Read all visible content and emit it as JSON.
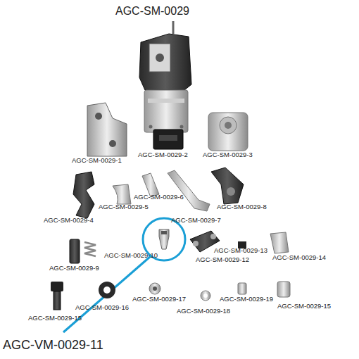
{
  "diagram": {
    "title": "AGC-SM-0029",
    "labels": [
      "AGC-SM-0029-1",
      "AGC-SM-0029-2",
      "AGC-SM-0029-3",
      "AGC-SM-0029-4",
      "AGC-SM-0029-5",
      "AGC-SM-0029-6",
      "AGC-SM-0029-8",
      "AGC-SM-0029-7",
      "AGC-SM-0029-13",
      "AGC-SM-0029-12",
      "AGC-SM-0029-14",
      "AGC-SM-0029-10",
      "AGC-SM-0029-9",
      "AGC-SM-0029-17",
      "AGC-SM-0029-19",
      "AGC-SM-0029-15",
      "AGC-SM-0029-16",
      "AGC-SM-0029-18",
      "AGC-SM-0029-15",
      "AGC-VM-0029-11"
    ]
  }
}
